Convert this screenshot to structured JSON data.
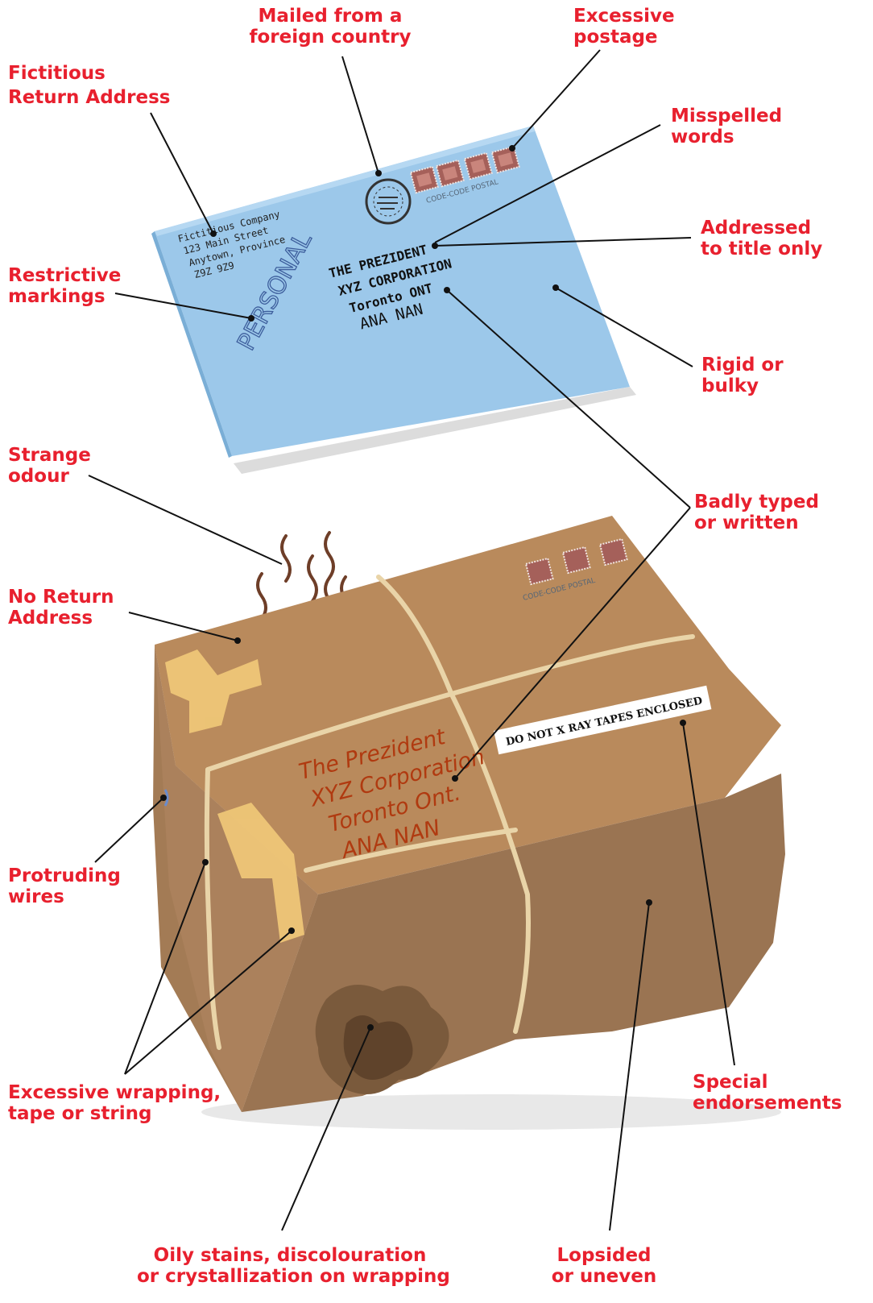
{
  "labels": {
    "mailed_foreign": [
      "Mailed from a",
      "foreign country"
    ],
    "excessive_postage": [
      "Excessive",
      "postage"
    ],
    "fictitious_return": [
      "Fictitious",
      "Return Address"
    ],
    "misspelled": [
      "Misspelled",
      "words"
    ],
    "addressed_title": [
      "Addressed",
      "to title only"
    ],
    "restrictive": [
      "Restrictive",
      "markings"
    ],
    "rigid_bulky": [
      "Rigid or",
      "bulky"
    ],
    "strange_odour": [
      "Strange",
      "odour"
    ],
    "badly_typed": [
      "Badly typed",
      "or written"
    ],
    "no_return": [
      "No Return",
      "Address"
    ],
    "protruding_wires": [
      "Protruding",
      "wires"
    ],
    "excessive_wrapping": [
      "Excessive wrapping,",
      "tape or string"
    ],
    "special_endorsements": [
      "Special",
      "endorsements"
    ],
    "oily_stains": [
      "Oily stains, discolouration",
      "or crystallization on wrapping"
    ],
    "lopsided": [
      "Lopsided",
      "or uneven"
    ]
  },
  "envelope": {
    "return_address": [
      "Fictitious Company",
      "123 Main Street",
      "Anytown, Province",
      "Z9Z 9Z9"
    ],
    "restrictive_marking": "PERSONAL",
    "recipient": [
      "THE PREZIDENT",
      "XYZ CORPORATION",
      "Toronto ONT",
      "ANA NAN"
    ],
    "postal_code_text": "CODE-CODE POSTAL",
    "color": "#9cc8ea"
  },
  "package": {
    "recipient": [
      "The Prezident",
      "XYZ Corporation",
      "Toronto Ont.",
      "ANA NAN"
    ],
    "endorsement": "DO NOT X RAY TAPES ENCLOSED",
    "postal_code_text": "CODE-CODE POSTAL",
    "color": "#b98a5c"
  },
  "colors": {
    "label": "#e8202e",
    "leader": "#111111"
  }
}
